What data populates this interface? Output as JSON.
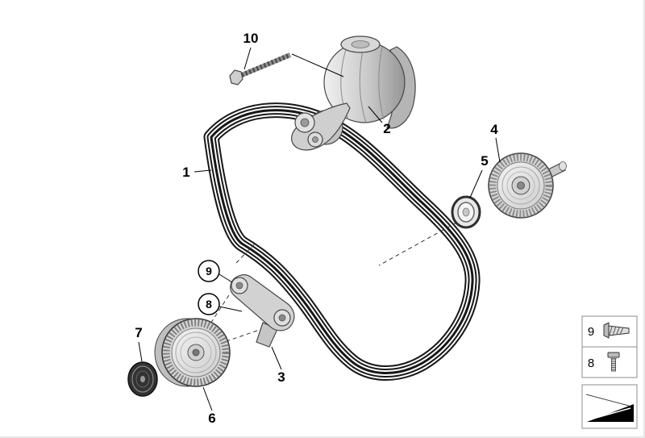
{
  "callouts": {
    "belt": "1",
    "tensioner": "2",
    "bracket": "3",
    "idler_pulley": "4",
    "seal_ring": "5",
    "guide_pulley": "6",
    "protection_cap": "7",
    "hex_bolt": "8",
    "flat_screw": "9",
    "tensioner_bolt": "10"
  },
  "legend": {
    "rows": [
      {
        "label": "9",
        "icon": "flat-head-screw-icon"
      },
      {
        "label": "8",
        "icon": "cylinder-head-bolt-icon"
      }
    ],
    "symbol_icon": "wedge-direction-icon"
  },
  "colors": {
    "belt": "#171717",
    "outline": "#474747",
    "metal_light": "#ececec",
    "metal_mid": "#cccccc",
    "metal_dark": "#8f8f8f",
    "label_text": "#000000",
    "legend_border": "#8c8c8c",
    "background": "#ffffff"
  }
}
